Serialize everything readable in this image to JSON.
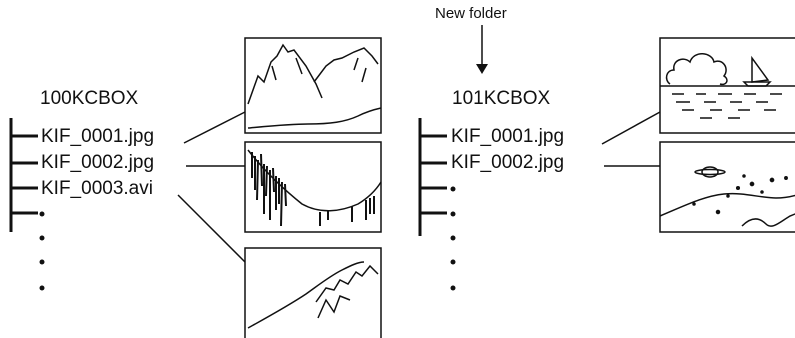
{
  "new_folder_label": "New folder",
  "folders": [
    {
      "name": "100KCBOX",
      "files": [
        "KIF_0001.jpg",
        "KIF_0002.jpg",
        "KIF_0003.avi"
      ]
    },
    {
      "name": "101KCBOX",
      "files": [
        "KIF_0001.jpg",
        "KIF_0002.jpg"
      ]
    }
  ],
  "colors": {
    "ink": "#111111",
    "background": "#ffffff"
  }
}
